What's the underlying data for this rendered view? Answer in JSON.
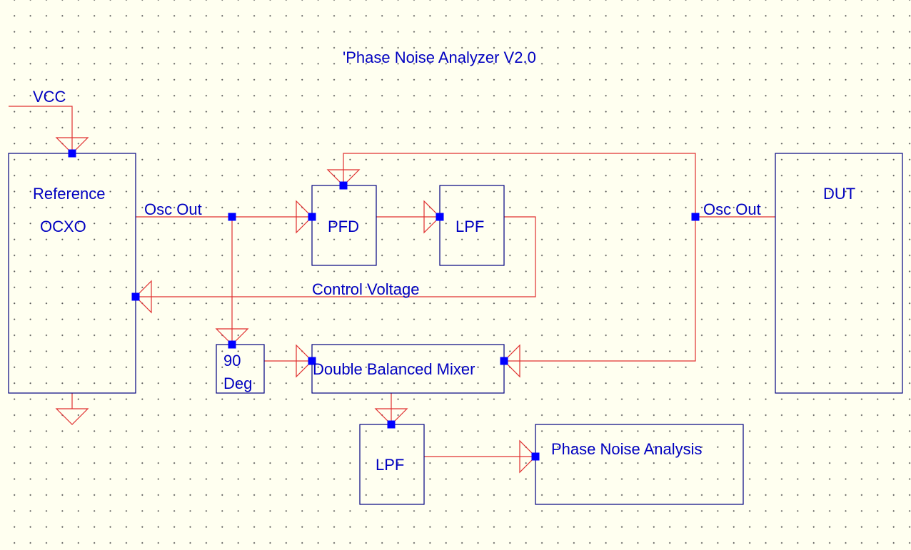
{
  "title": "'Phase Noise Analyzer V2.0",
  "labels": {
    "vcc": "VCC",
    "ref_line1": "Reference",
    "ref_line2": "OCXO",
    "ref_osc_out": "Osc Out",
    "pfd": "PFD",
    "lpf_top": "LPF",
    "dut": "DUT",
    "dut_osc_out": "Osc Out",
    "control_voltage": "Control Voltage",
    "deg_line1": "90",
    "deg_line2": "Deg",
    "mixer": "Double Balanced Mixer",
    "lpf_bottom": "LPF",
    "analysis": "Phase Noise Analysis"
  },
  "colors": {
    "background": "#fffff0",
    "wire": "#e03030",
    "block": "#000080",
    "pin": "#0000ff",
    "text": "#0000c0"
  }
}
